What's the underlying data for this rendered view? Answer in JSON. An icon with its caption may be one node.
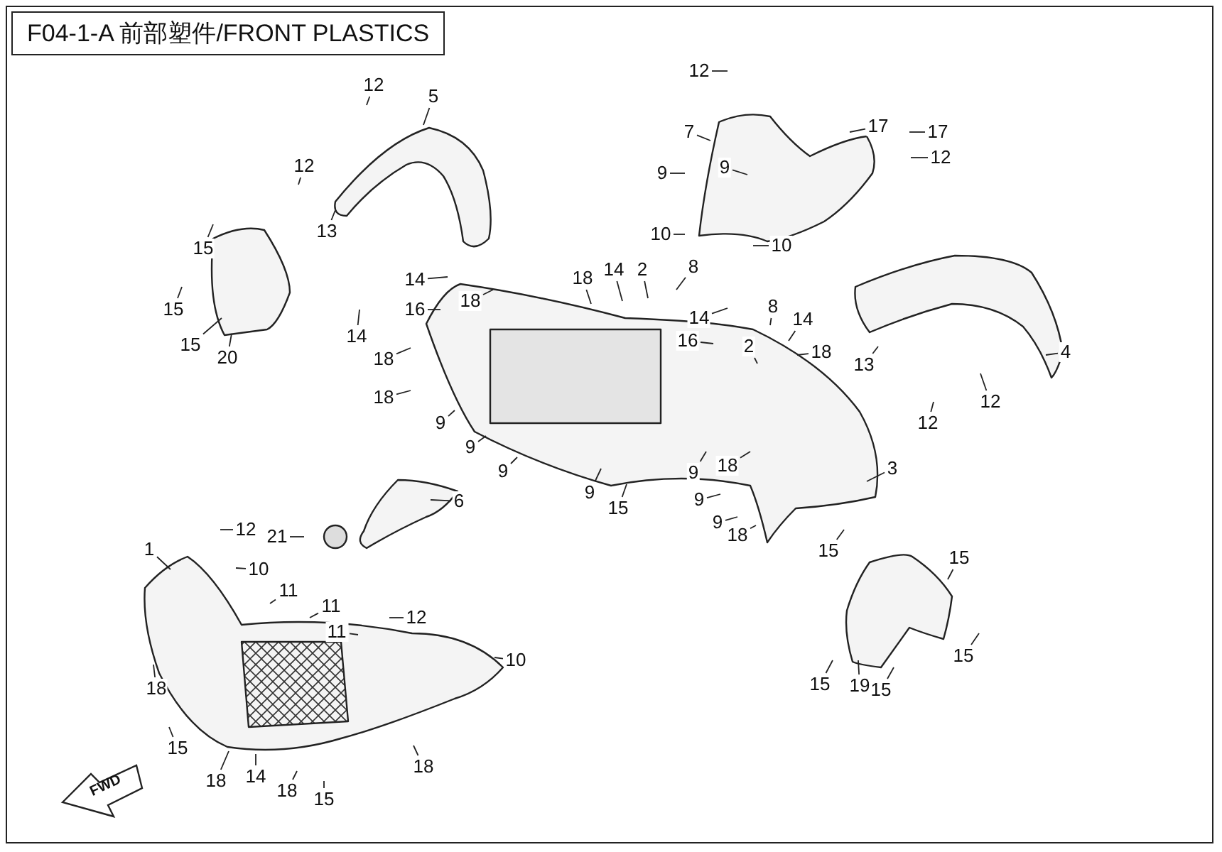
{
  "diagram": {
    "title": "F04-1-A 前部塑件/FRONT PLASTICS",
    "nodes": [
      {
        "text": [
          "12"
        ]
      },
      {
        "text": [
          "12"
        ]
      },
      {
        "text": [
          "5"
        ]
      },
      {
        "text": [
          "17"
        ]
      },
      {
        "text": [
          "17"
        ]
      },
      {
        "text": [
          "7"
        ]
      },
      {
        "text": [
          "9"
        ]
      },
      {
        "text": [
          "12"
        ]
      },
      {
        "text": [
          "12"
        ]
      },
      {
        "text": [
          "9"
        ]
      },
      {
        "text": [
          "13"
        ]
      },
      {
        "text": [
          "10"
        ]
      },
      {
        "text": [
          "10"
        ]
      },
      {
        "text": [
          "15"
        ]
      },
      {
        "text": [
          "14"
        ]
      },
      {
        "text": [
          "18"
        ]
      },
      {
        "text": [
          "18"
        ]
      },
      {
        "text": [
          "14"
        ]
      },
      {
        "text": [
          "2"
        ]
      },
      {
        "text": [
          "8"
        ]
      },
      {
        "text": [
          "14"
        ]
      },
      {
        "text": [
          "15"
        ]
      },
      {
        "text": [
          "16"
        ]
      },
      {
        "text": [
          "8"
        ]
      },
      {
        "text": [
          "14"
        ]
      },
      {
        "text": [
          "2"
        ]
      },
      {
        "text": [
          "16"
        ]
      },
      {
        "text": [
          "14"
        ]
      },
      {
        "text": [
          "15"
        ]
      },
      {
        "text": [
          "4"
        ]
      },
      {
        "text": [
          "18"
        ]
      },
      {
        "text": [
          "20"
        ]
      },
      {
        "text": [
          "18"
        ]
      },
      {
        "text": [
          "13"
        ]
      },
      {
        "text": [
          "18"
        ]
      },
      {
        "text": [
          "12"
        ]
      },
      {
        "text": [
          "9"
        ]
      },
      {
        "text": [
          "12"
        ]
      },
      {
        "text": [
          "9"
        ]
      },
      {
        "text": [
          "3"
        ]
      },
      {
        "text": [
          "9"
        ]
      },
      {
        "text": [
          "9"
        ]
      },
      {
        "text": [
          "18"
        ]
      },
      {
        "text": [
          "9"
        ]
      },
      {
        "text": [
          "6"
        ]
      },
      {
        "text": [
          "9"
        ]
      },
      {
        "text": [
          "15"
        ]
      },
      {
        "text": [
          "9"
        ]
      },
      {
        "text": [
          "12"
        ]
      },
      {
        "text": [
          "18"
        ]
      },
      {
        "text": [
          "21"
        ]
      },
      {
        "text": [
          "1"
        ]
      },
      {
        "text": [
          "15"
        ]
      },
      {
        "text": [
          "15"
        ]
      },
      {
        "text": [
          "10"
        ]
      },
      {
        "text": [
          "11"
        ]
      },
      {
        "text": [
          "11"
        ]
      },
      {
        "text": [
          "12"
        ]
      },
      {
        "text": [
          "11"
        ]
      },
      {
        "text": [
          "15"
        ]
      },
      {
        "text": [
          "10"
        ]
      },
      {
        "text": [
          "15"
        ]
      },
      {
        "text": [
          "19"
        ]
      },
      {
        "text": [
          "18"
        ]
      },
      {
        "text": [
          "15"
        ]
      },
      {
        "text": [
          "15"
        ]
      },
      {
        "text": [
          "18"
        ]
      },
      {
        "text": [
          "14"
        ]
      },
      {
        "text": [
          "18"
        ]
      },
      {
        "text": [
          "18"
        ]
      },
      {
        "text": [
          "15"
        ]
      }
    ],
    "edges": [
      {
        "from": 0,
        "to": null,
        "arrow": "none"
      },
      {
        "from": 1,
        "to": null,
        "arrow": "none"
      },
      {
        "from": 2,
        "to": null,
        "arrow": "none"
      },
      {
        "from": 3,
        "to": null,
        "arrow": "none"
      },
      {
        "from": 4,
        "to": null,
        "arrow": "none"
      },
      {
        "from": 5,
        "to": null,
        "arrow": "none"
      },
      {
        "from": 6,
        "to": null,
        "arrow": "none"
      },
      {
        "from": 7,
        "to": null,
        "arrow": "none"
      },
      {
        "from": 8,
        "to": null,
        "arrow": "none"
      },
      {
        "from": 9,
        "to": null,
        "arrow": "none"
      },
      {
        "from": 10,
        "to": null,
        "arrow": "none"
      },
      {
        "from": 11,
        "to": null,
        "arrow": "none"
      },
      {
        "from": 12,
        "to": null,
        "arrow": "none"
      },
      {
        "from": 13,
        "to": null,
        "arrow": "none"
      },
      {
        "from": 14,
        "to": null,
        "arrow": "none"
      },
      {
        "from": 15,
        "to": null,
        "arrow": "none"
      },
      {
        "from": 16,
        "to": null,
        "arrow": "none"
      },
      {
        "from": 17,
        "to": null,
        "arrow": "none"
      },
      {
        "from": 18,
        "to": null,
        "arrow": "none"
      },
      {
        "from": 19,
        "to": null,
        "arrow": "none"
      },
      {
        "from": 20,
        "to": null,
        "arrow": "none"
      },
      {
        "from": 21,
        "to": null,
        "arrow": "none"
      },
      {
        "from": 22,
        "to": null,
        "arrow": "none"
      },
      {
        "from": 23,
        "to": null,
        "arrow": "none"
      },
      {
        "from": 24,
        "to": null,
        "arrow": "none"
      },
      {
        "from": 25,
        "to": null,
        "arrow": "none"
      },
      {
        "from": 26,
        "to": null,
        "arrow": "none"
      },
      {
        "from": 27,
        "to": null,
        "arrow": "none"
      },
      {
        "from": 28,
        "to": null,
        "arrow": "none"
      },
      {
        "from": 29,
        "to": null,
        "arrow": "none"
      },
      {
        "from": 30,
        "to": null,
        "arrow": "none"
      },
      {
        "from": 31,
        "to": null,
        "arrow": "none"
      },
      {
        "from": 32,
        "to": null,
        "arrow": "none"
      },
      {
        "from": 33,
        "to": null,
        "arrow": "none"
      },
      {
        "from": 34,
        "to": null,
        "arrow": "none"
      },
      {
        "from": 35,
        "to": null,
        "arrow": "none"
      },
      {
        "from": 36,
        "to": null,
        "arrow": "none"
      },
      {
        "from": 37,
        "to": null,
        "arrow": "none"
      },
      {
        "from": 38,
        "to": null,
        "arrow": "none"
      },
      {
        "from": 39,
        "to": null,
        "arrow": "none"
      },
      {
        "from": 40,
        "to": null,
        "arrow": "none"
      },
      {
        "from": 41,
        "to": null,
        "arrow": "none"
      },
      {
        "from": 42,
        "to": null,
        "arrow": "none"
      },
      {
        "from": 43,
        "to": null,
        "arrow": "none"
      },
      {
        "from": 44,
        "to": null,
        "arrow": "none"
      },
      {
        "from": 45,
        "to": null,
        "arrow": "none"
      },
      {
        "from": 46,
        "to": null,
        "arrow": "none"
      },
      {
        "from": 47,
        "to": null,
        "arrow": "none"
      },
      {
        "from": 48,
        "to": null,
        "arrow": "none"
      },
      {
        "from": 49,
        "to": null,
        "arrow": "none"
      },
      {
        "from": 50,
        "to": null,
        "arrow": "none"
      },
      {
        "from": 51,
        "to": null,
        "arrow": "none"
      },
      {
        "from": 52,
        "to": null,
        "arrow": "none"
      },
      {
        "from": 53,
        "to": null,
        "arrow": "none"
      },
      {
        "from": 54,
        "to": null,
        "arrow": "none"
      },
      {
        "from": 55,
        "to": null,
        "arrow": "none"
      },
      {
        "from": 56,
        "to": null,
        "arrow": "none"
      },
      {
        "from": 57,
        "to": null,
        "arrow": "none"
      },
      {
        "from": 58,
        "to": null,
        "arrow": "none"
      },
      {
        "from": 59,
        "to": null,
        "arrow": "none"
      },
      {
        "from": 60,
        "to": null,
        "arrow": "none"
      },
      {
        "from": 61,
        "to": null,
        "arrow": "none"
      },
      {
        "from": 62,
        "to": null,
        "arrow": "none"
      },
      {
        "from": 63,
        "to": null,
        "arrow": "none"
      },
      {
        "from": 64,
        "to": null,
        "arrow": "none"
      },
      {
        "from": 65,
        "to": null,
        "arrow": "none"
      },
      {
        "from": 66,
        "to": null,
        "arrow": "none"
      },
      {
        "from": 67,
        "to": null,
        "arrow": "none"
      },
      {
        "from": 68,
        "to": null,
        "arrow": "none"
      },
      {
        "from": 69,
        "to": null,
        "arrow": "none"
      },
      {
        "from": 70,
        "to": null,
        "arrow": "none"
      }
    ],
    "labels": [
      "FWD"
    ]
  }
}
